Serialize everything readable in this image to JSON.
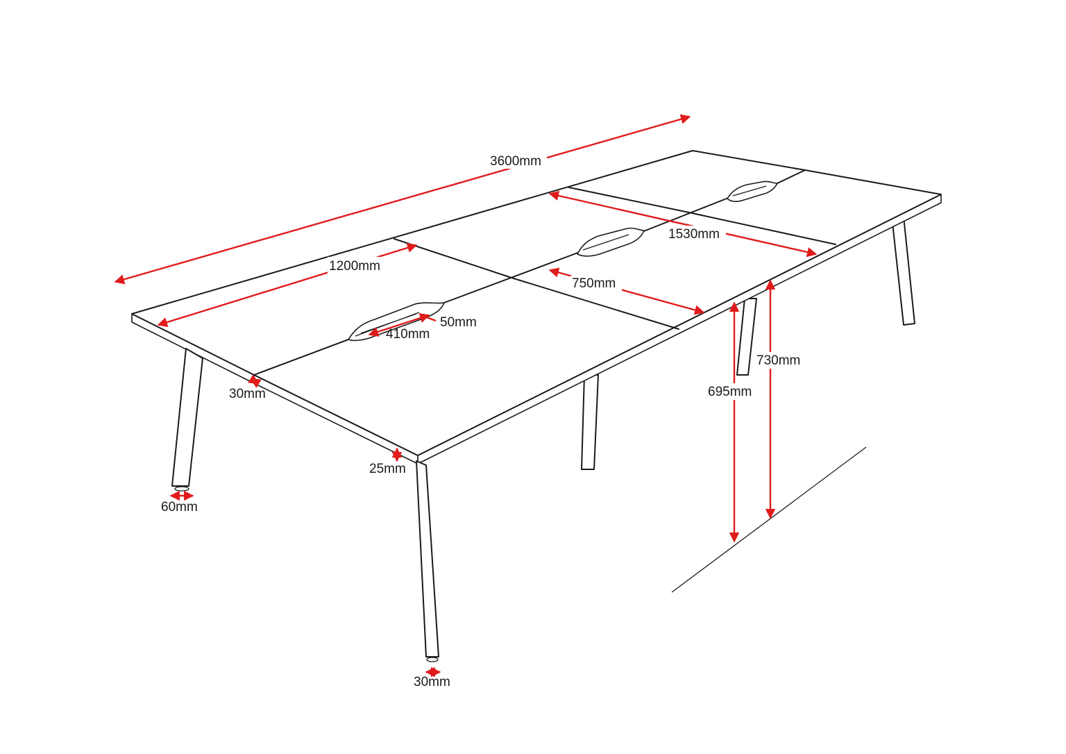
{
  "diagram": {
    "colors": {
      "dimension": "#e01b1b",
      "outline": "#1a1a1a",
      "background": "#ffffff"
    },
    "dimensions": {
      "total_length": "3600mm",
      "length_side_b": "1530mm",
      "length_side_a": "1200mm",
      "panel_depth": "750mm",
      "grommet_length": "410mm",
      "grommet_width": "50mm",
      "edge_gap": "30mm",
      "top_thickness": "25mm",
      "leg_width": "60mm",
      "leg_depth": "30mm",
      "height_top": "730mm",
      "height_underside": "695mm"
    }
  }
}
